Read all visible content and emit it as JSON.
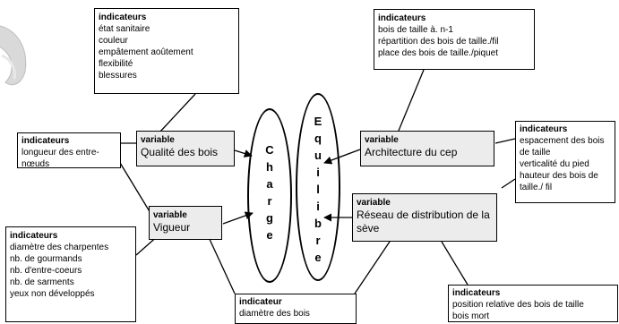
{
  "ellipses": {
    "left_text": "C\nh\na\nr\ng\ne",
    "right_text": "E\nq\nu\ni\nl\ni\nb\nr\ne"
  },
  "boxes": {
    "top_left": {
      "head": "indicateurs",
      "lines": [
        "état sanitaire",
        "couleur",
        "empâtement aoûtement",
        "flexibilité",
        "blessures"
      ]
    },
    "top_right": {
      "head": "indicateurs",
      "lines": [
        "bois de taille à. n-1",
        "répartition des bois de taille./fil",
        "place des bois de taille./piquet"
      ]
    },
    "mid_left": {
      "head": "indicateurs",
      "lines": [
        "longueur des entre-",
        "nœuds"
      ]
    },
    "right_side": {
      "head": "indicateurs",
      "lines": [
        "espacement des bois",
        "de taille",
        "verticalité du pied",
        "hauteur des bois de",
        "taille./ fil"
      ]
    },
    "bottom_left": {
      "head": "indicateurs",
      "lines": [
        "diamètre des charpentes",
        "nb. de gourmands",
        "nb. d'entre-coeurs",
        "nb. de sarments",
        "yeux non développés"
      ]
    },
    "bottom_center": {
      "head": "indicateur",
      "lines": [
        "diamètre des bois"
      ]
    },
    "bottom_right": {
      "head": "indicateurs",
      "lines": [
        "position relative des bois de taille",
        "bois mort"
      ]
    }
  },
  "variables": {
    "qualite": {
      "head": "variable",
      "label": "Qualité des bois"
    },
    "vigueur": {
      "head": "variable",
      "label": "Vigueur"
    },
    "architecture": {
      "head": "variable",
      "label": "Architecture du cep"
    },
    "reseau": {
      "head": "variable",
      "label": "Réseau de distribution de la sève"
    }
  },
  "colors": {
    "variable_fill": "#ececec",
    "stroke": "#000000"
  }
}
